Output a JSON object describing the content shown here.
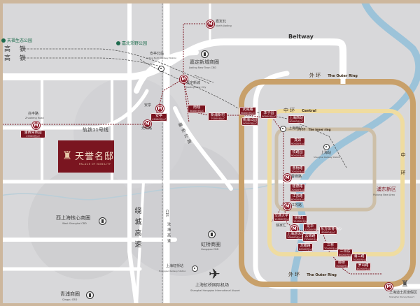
{
  "project": {
    "name": "天誉名邸",
    "subtitle": "PALACE OF NOBILITY",
    "color": "#7a1520"
  },
  "roads": {
    "beltway": "Beltway",
    "railway_top": "高 铁",
    "railway_bottom": "高 铁",
    "metro_line_11": "轨铁11号线",
    "outer_ring_expressway": "绕城高速",
    "g15": "G15",
    "g15_name": "沈海高速",
    "jiading_road": "嘉安公路"
  },
  "rings": {
    "outer": {
      "cn": "外 环",
      "en": "The Outer Ring",
      "color": "#c8a06a"
    },
    "outer_bottom": {
      "cn": "外 环",
      "en": "The Outer Ring"
    },
    "central": {
      "cn": "中 环",
      "en": "Central",
      "color": "#efdca0"
    },
    "central_right": {
      "cn": "中 环",
      "en": "Central"
    },
    "inner": {
      "cn": "内 环",
      "en": "The inner ring",
      "color": "#cdbfa8"
    }
  },
  "parks": [
    {
      "name": "天福生态公园"
    },
    {
      "name": "嘉北郊野公园"
    }
  ],
  "districts": [
    {
      "cn": "嘉定新城商圈",
      "en": "Jiading New Town CBD"
    },
    {
      "cn": "西上海核心商圈",
      "en": "West Shanghai CBD"
    },
    {
      "cn": "青浦商圈",
      "en": "Qingpu CBD"
    },
    {
      "cn": "虹桥商圈",
      "en": "Hongqiao CBD"
    },
    {
      "cn": "浦东新区",
      "en": "Pudong New Area"
    }
  ],
  "stations": [
    {
      "cn": "嘉定北",
      "en": "North Jiading"
    },
    {
      "cn": "安亭北站",
      "en": "Anting North Railway Station"
    },
    {
      "cn": "嘉定新城",
      "en": "Jiading New City"
    },
    {
      "cn": "安亭",
      "en": "Anting"
    },
    {
      "cn": "光明路",
      "en": "Guangming Road"
    },
    {
      "cn": "兆丰路",
      "en": "Zhaofeng Road"
    },
    {
      "cn": "上海西站",
      "en": "Shanghai West Railway Station"
    },
    {
      "cn": "上海站",
      "en": "Shanghai Railway Station"
    },
    {
      "cn": "曹杨路",
      "en": "Caoyang Road"
    },
    {
      "cn": "江苏路",
      "en": "Jiangsu Road"
    },
    {
      "cn": "徐家汇",
      "en": "Xujiahui"
    },
    {
      "cn": "上海虹桥站",
      "en": "Hongqiao Railway Station"
    },
    {
      "cn": "上海迪士尼度假区",
      "en": "Shanghai Disney Resort"
    }
  ],
  "airport": {
    "cn": "上海虹桥国际机场",
    "en": "Shanghai Hongqiao International Airport"
  },
  "price_tags": [
    {
      "name": "浦西常熟园",
      "price": "27000元/㎡"
    },
    {
      "name": "安亭",
      "price": "41000元/㎡"
    },
    {
      "name": "南翔",
      "price": "60000元/㎡"
    },
    {
      "name": "新浦新村",
      "price": "70000元/㎡"
    },
    {
      "name": "武威路",
      "price": "60000元/㎡"
    },
    {
      "name": "桃浦公园",
      "price": "80000元/㎡"
    },
    {
      "name": "李子园",
      "price": "80000元/㎡"
    },
    {
      "name": "上海西站",
      "price": "90000元/㎡"
    },
    {
      "name": "真如",
      "price": "90000元/㎡"
    },
    {
      "name": "铁路园",
      "price": "90000元/㎡"
    },
    {
      "name": "曹杨路",
      "price": "70000元/㎡"
    },
    {
      "name": "隆德路",
      "price": "70000元/㎡"
    },
    {
      "name": "江苏路",
      "price": "80000元/㎡"
    },
    {
      "name": "交通大学",
      "price": "110000元/㎡"
    },
    {
      "name": "徐家汇",
      "price": "120000元/㎡"
    },
    {
      "name": "龙华",
      "price": "130000元/㎡"
    },
    {
      "name": "东方体育中心",
      "price": "80000元/㎡"
    },
    {
      "name": "上海游泳馆",
      "price": "100000元/㎡"
    },
    {
      "name": "云锦路",
      "price": "120000元/㎡"
    },
    {
      "name": "龙耀路",
      "price": "80000元/㎡"
    },
    {
      "name": "三林",
      "price": "70000元/㎡"
    },
    {
      "name": "三林东",
      "price": "80000元/㎡"
    },
    {
      "name": "浦三路",
      "price": "70000元/㎡"
    },
    {
      "name": "御桥",
      "price": "70000元/㎡"
    },
    {
      "name": "罗山路",
      "price": "80000元/㎡"
    }
  ],
  "icons": {
    "metro": "metro-icon",
    "railway": "railway-station-icon",
    "cbd": "cbd-building-icon",
    "airport": "airplane-icon",
    "disney": "castle-icon",
    "park": "park-marker-icon"
  },
  "colors": {
    "background": "#d8d8da",
    "road": "#ffffff",
    "river": "#9cc3d9",
    "metro_tag": "#7a1520",
    "frame": "#cdb79d"
  }
}
